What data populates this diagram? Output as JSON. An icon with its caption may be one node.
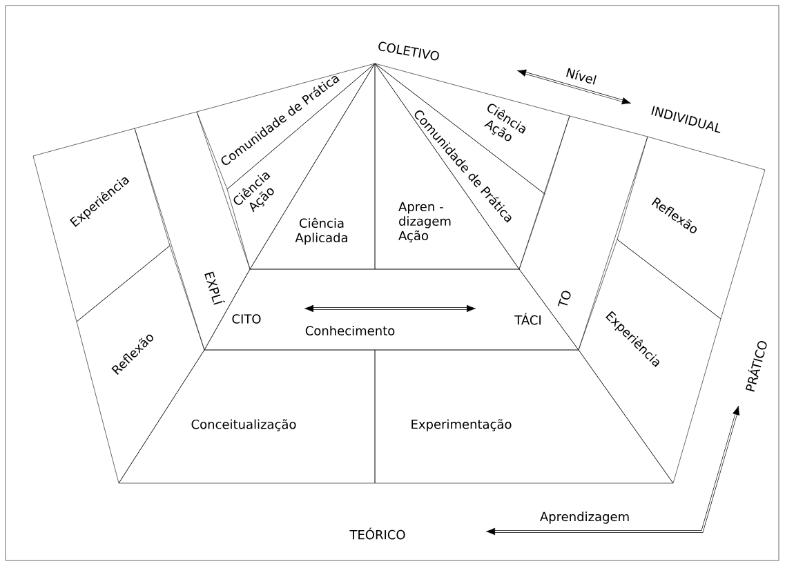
{
  "diagram": {
    "nodes": [
      {
        "text": [
          "Comunidade de Prática"
        ]
      },
      {
        "text": [
          "Ciência Ação"
        ]
      },
      {
        "text": [
          "Comunidade de Prática"
        ]
      },
      {
        "text": [
          "Ciência Ação"
        ]
      },
      {
        "text": [
          "Experiência"
        ]
      },
      {
        "text": [
          "Reflexão"
        ]
      },
      {
        "text": [
          "Ciência Aplicada"
        ]
      },
      {
        "text": [
          "Apren - dizagem Ação"
        ]
      },
      {
        "text": [
          "EXPLÍ"
        ]
      },
      {
        "text": [
          "TO"
        ]
      },
      {
        "text": [
          "CITO",
          "TÁCI",
          "Conhecimento"
        ]
      },
      {
        "text": [
          "Reflexão"
        ]
      },
      {
        "text": [
          "Experiência"
        ]
      },
      {
        "text": [
          "Conceitualização"
        ]
      },
      {
        "text": [
          "Experimentação"
        ]
      }
    ],
    "labels": [
      "COLETIVO",
      "Nível",
      "INDIVIDUAL",
      "PRÁTICO",
      "Aprendizagem",
      "TEÓRICO"
    ]
  }
}
